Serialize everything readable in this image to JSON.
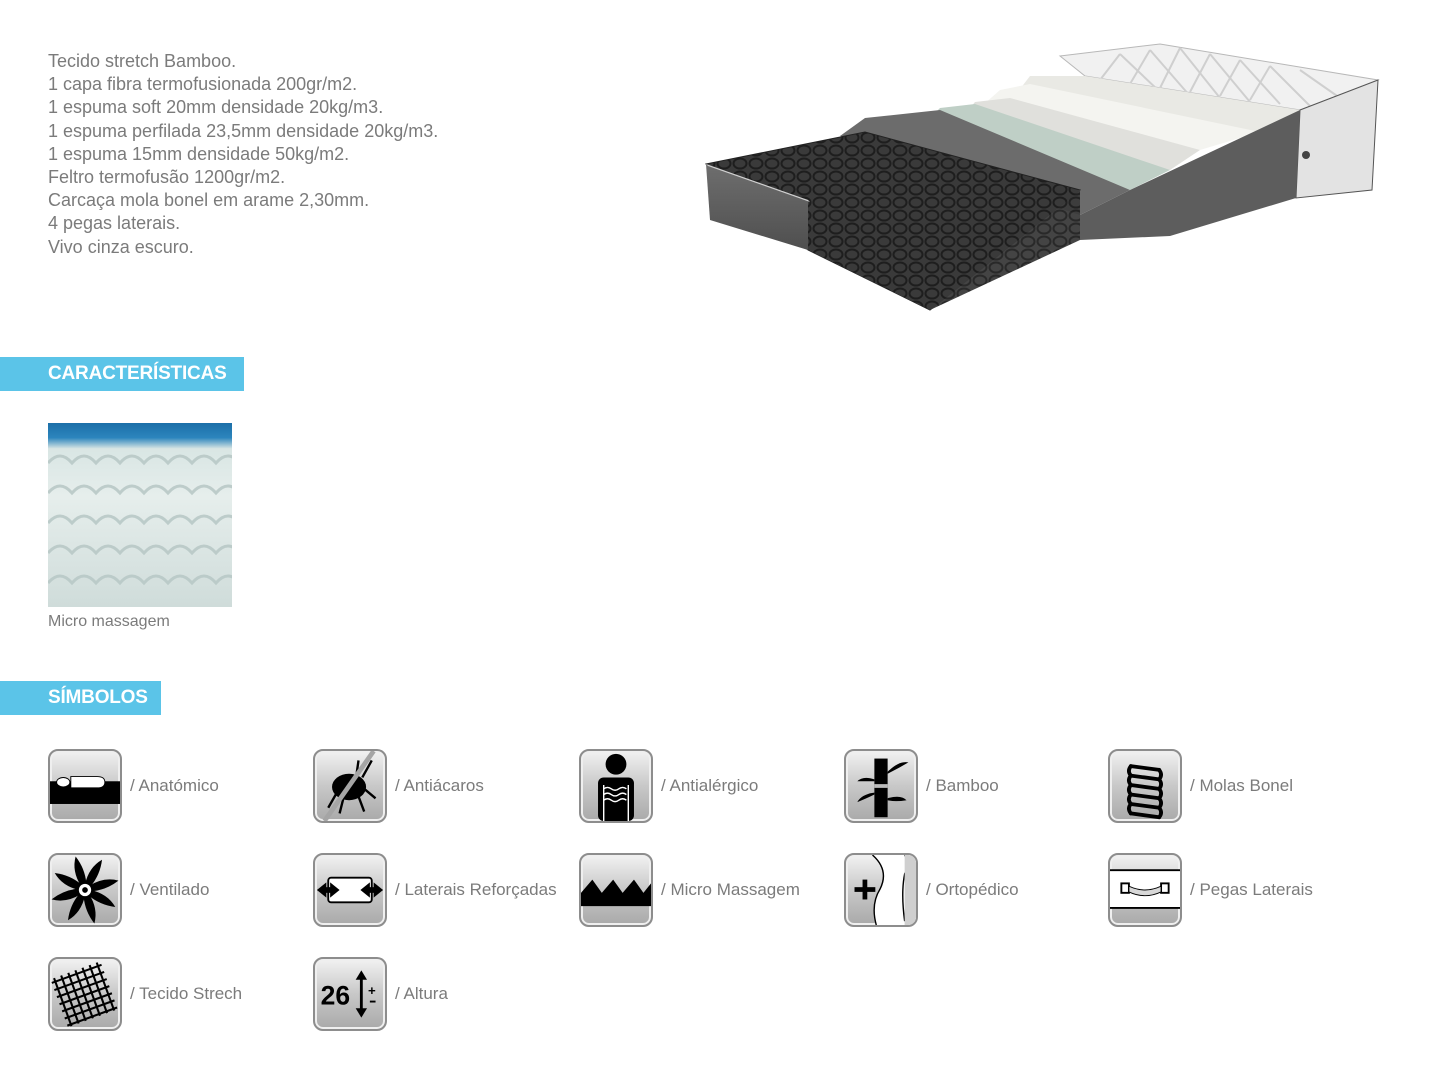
{
  "specs": [
    "Tecido stretch Bamboo.",
    "1 capa fibra termofusionada 200gr/m2.",
    "1 espuma soft 20mm densidade 20kg/m3.",
    "1 espuma perfilada 23,5mm densidade 20kg/m3.",
    "1 espuma 15mm densidade 50kg/m2.",
    "Feltro termofusão 1200gr/m2.",
    "Carcaça mola bonel em arame 2,30mm.",
    "4 pegas laterais.",
    "Vivo cinza escuro."
  ],
  "hero_image": {
    "alt": "Mattress cross-section layers illustration"
  },
  "sections": {
    "caracteristicas": {
      "title": "CARACTERÍSTICAS"
    },
    "simbolos": {
      "title": "SÍMBOLOS"
    }
  },
  "features": [
    {
      "icon": "micro-massage-foam-photo",
      "caption": "Micro massagem"
    }
  ],
  "symbols": [
    {
      "icon": "anatomic-icon",
      "label": "/ Anatómico"
    },
    {
      "icon": "anti-mite-icon",
      "label": "/ Antiácaros"
    },
    {
      "icon": "anti-allergic-icon",
      "label": "/ Antialérgico"
    },
    {
      "icon": "bamboo-icon",
      "label": "/ Bamboo"
    },
    {
      "icon": "bonnell-springs-icon",
      "label": "/ Molas Bonel"
    },
    {
      "icon": "ventilated-fan-icon",
      "label": "/ Ventilado"
    },
    {
      "icon": "reinforced-sides-icon",
      "label": "/ Laterais Reforçadas"
    },
    {
      "icon": "micro-massage-icon",
      "label": "/ Micro Massagem"
    },
    {
      "icon": "orthopedic-icon",
      "label": "/ Ortopédico"
    },
    {
      "icon": "side-handles-icon",
      "label": "/ Pegas Laterais"
    },
    {
      "icon": "stretch-fabric-icon",
      "label": "/ Tecido Strech"
    },
    {
      "icon": "height-icon",
      "label": "/ Altura",
      "value": "26"
    }
  ],
  "colors": {
    "section_bar": "#5bc4e8",
    "text": "#7b7b7b"
  }
}
